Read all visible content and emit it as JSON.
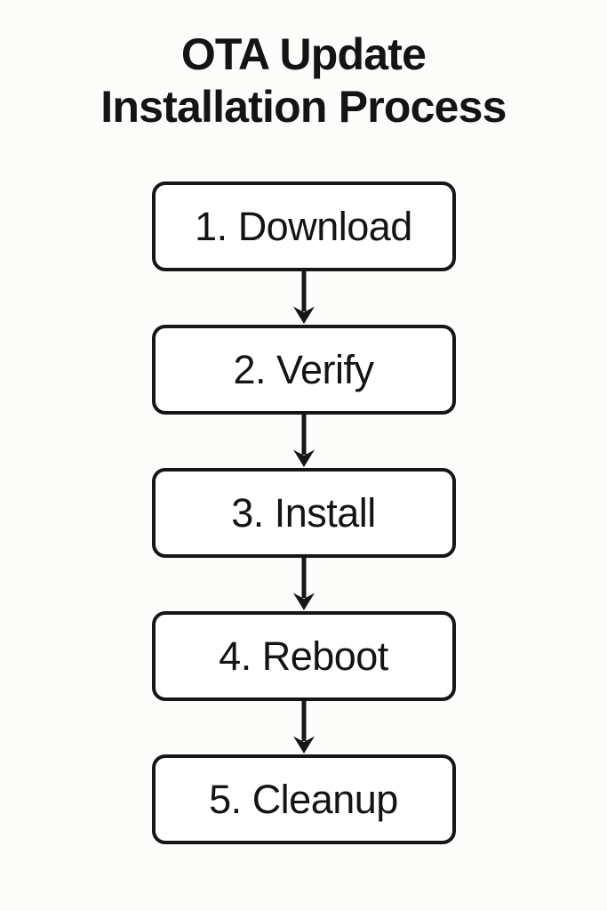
{
  "colors": {
    "background": "#fcfcfa",
    "box_fill": "#ffffff",
    "line": "#161616",
    "text": "#141414"
  },
  "flowchart": {
    "title": "OTA Update Installation Process",
    "title_lines": [
      "OTA Update",
      "Installation Process"
    ],
    "steps": [
      {
        "label": "1. Download"
      },
      {
        "label": "2. Verify"
      },
      {
        "label": "3. Install"
      },
      {
        "label": "4. Reboot"
      },
      {
        "label": "5. Cleanup"
      }
    ],
    "connector_style": "arrow-down"
  }
}
